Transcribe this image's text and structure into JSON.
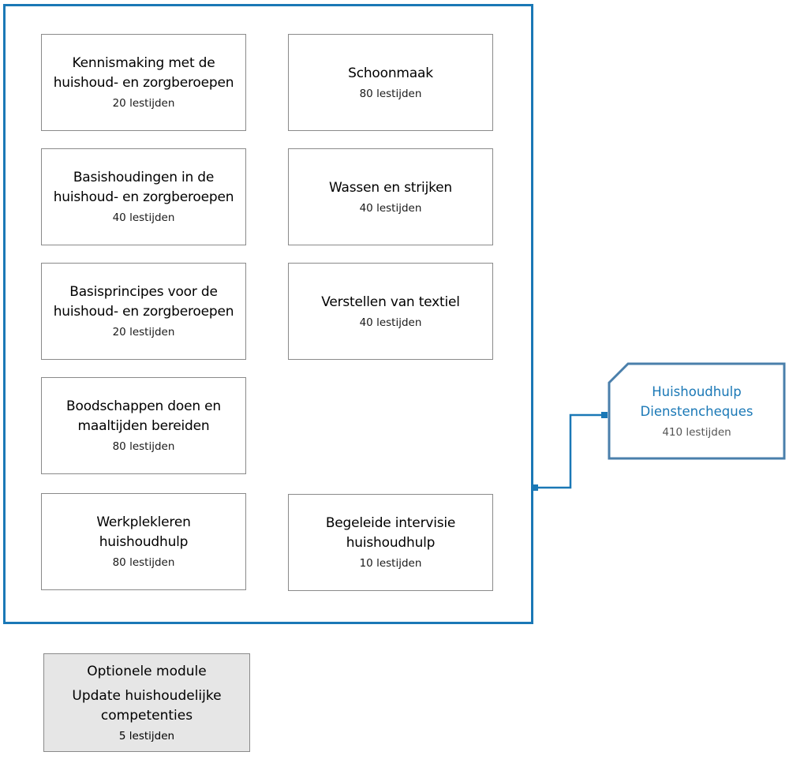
{
  "modules": [
    {
      "title_lines": [
        "Kennismaking met de",
        "huishoud- en zorgberoepen"
      ],
      "hours": "20 lestijden"
    },
    {
      "title_lines": [
        "Schoonmaak"
      ],
      "hours": "80 lestijden"
    },
    {
      "title_lines": [
        "Basishoudingen in de",
        "huishoud- en zorgberoepen"
      ],
      "hours": "40 lestijden"
    },
    {
      "title_lines": [
        "Wassen en strijken"
      ],
      "hours": "40 lestijden"
    },
    {
      "title_lines": [
        "Basisprincipes voor de",
        "huishoud- en zorgberoepen"
      ],
      "hours": "20 lestijden"
    },
    {
      "title_lines": [
        "Verstellen van textiel"
      ],
      "hours": "40 lestijden"
    },
    {
      "title_lines": [
        "Boodschappen doen en",
        "maaltijden bereiden"
      ],
      "hours": "80 lestijden"
    },
    {
      "title_lines": [
        "Werkplekleren",
        "huishoudhulp"
      ],
      "hours": "80 lestijden"
    },
    {
      "title_lines": [
        "Begeleide intervisie",
        "huishoudhulp"
      ],
      "hours": "10 lestijden"
    }
  ],
  "target": {
    "title_lines": [
      "Huishoudhulp",
      "Dienstencheques"
    ],
    "hours": "410 lestijden"
  },
  "optional": {
    "label": "Optionele module",
    "title_lines": [
      "Update huishoudelijke",
      "competenties"
    ],
    "hours": "5 lestijden"
  },
  "colors": {
    "frame": "#1a78b6",
    "target_title": "#1a78b6",
    "target_border": "#4a7fab",
    "optional_fill": "#e6e6e6",
    "box_border": "#8a8a8a"
  }
}
